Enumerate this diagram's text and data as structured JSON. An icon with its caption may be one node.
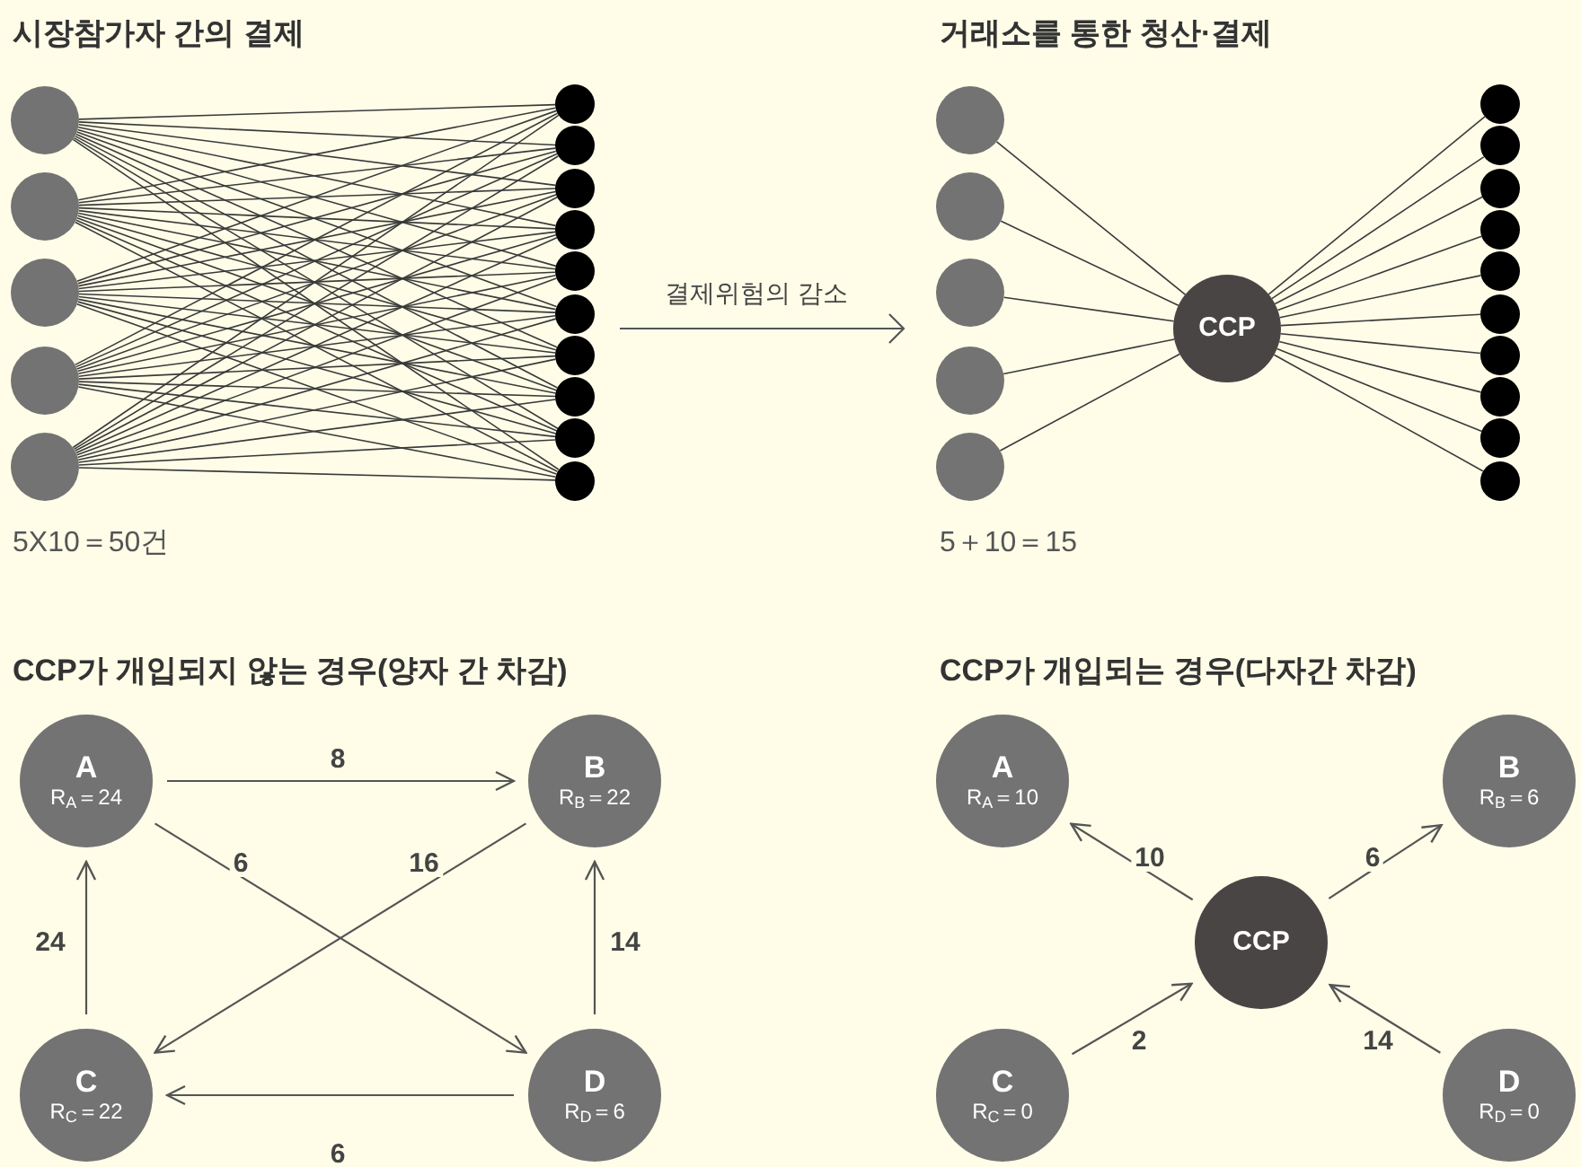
{
  "diagram": {
    "nodes": [
      {
        "text": [],
        "shape": "circle"
      },
      {
        "text": [],
        "shape": "circle"
      },
      {
        "text": [],
        "shape": "circle"
      },
      {
        "text": [],
        "shape": "circle"
      },
      {
        "text": [],
        "shape": "circle"
      },
      {
        "text": [],
        "shape": "circle"
      },
      {
        "text": [],
        "shape": "circle"
      },
      {
        "text": [],
        "shape": "circle"
      },
      {
        "text": [],
        "shape": "circle"
      },
      {
        "text": [],
        "shape": "circle"
      },
      {
        "text": [],
        "shape": "circle"
      },
      {
        "text": [],
        "shape": "circle"
      },
      {
        "text": [],
        "shape": "circle"
      },
      {
        "text": [],
        "shape": "circle"
      },
      {
        "text": [],
        "shape": "circle"
      },
      {
        "text": [],
        "shape": "circle"
      },
      {
        "text": [],
        "shape": "circle"
      },
      {
        "text": [],
        "shape": "circle"
      },
      {
        "text": [],
        "shape": "circle"
      },
      {
        "text": [],
        "shape": "circle"
      },
      {
        "text": [
          "CCP"
        ]
      },
      {
        "text": [],
        "shape": "circle"
      },
      {
        "text": [],
        "shape": "circle"
      },
      {
        "text": [],
        "shape": "circle"
      },
      {
        "text": [],
        "shape": "circle"
      },
      {
        "text": [],
        "shape": "circle"
      },
      {
        "text": [],
        "shape": "circle"
      },
      {
        "text": [],
        "shape": "circle"
      },
      {
        "text": [],
        "shape": "circle"
      },
      {
        "text": [],
        "shape": "circle"
      },
      {
        "text": [],
        "shape": "circle"
      },
      {
        "text": [
          "A",
          "R$_{A}$＝24"
        ]
      },
      {
        "text": [
          "B",
          "R$_{B}$＝22"
        ]
      },
      {
        "text": [
          "C",
          "R$_{C}$＝22"
        ]
      },
      {
        "text": [
          "D",
          "R$_{D}$＝6"
        ]
      },
      {
        "text": [
          "A",
          "R$_{A}$＝10"
        ]
      },
      {
        "text": [
          "B",
          "R$_{B}$＝6"
        ]
      },
      {
        "text": [
          "CCP"
        ]
      },
      {
        "text": [
          "C",
          "R$_{C}$＝0"
        ]
      },
      {
        "text": [
          "D",
          "R$_{D}$＝0"
        ]
      }
    ],
    "edges": [
      {
        "from": 0,
        "to": 5,
        "arrow": "none"
      },
      {
        "from": 0,
        "to": 6,
        "arrow": "none"
      },
      {
        "from": 0,
        "to": 7,
        "arrow": "none"
      },
      {
        "from": 0,
        "to": 8,
        "arrow": "none"
      },
      {
        "from": 0,
        "to": 9,
        "arrow": "none"
      },
      {
        "from": 0,
        "to": 10,
        "arrow": "none"
      },
      {
        "from": 0,
        "to": 11,
        "arrow": "none"
      },
      {
        "from": 0,
        "to": 12,
        "arrow": "none"
      },
      {
        "from": 0,
        "to": 13,
        "arrow": "none"
      },
      {
        "from": 0,
        "to": 14,
        "arrow": "none"
      },
      {
        "from": 1,
        "to": 5,
        "arrow": "none"
      },
      {
        "from": 1,
        "to": 6,
        "arrow": "none"
      },
      {
        "from": 1,
        "to": 7,
        "arrow": "none"
      },
      {
        "from": 1,
        "to": 8,
        "arrow": "none"
      },
      {
        "from": 1,
        "to": 9,
        "arrow": "none"
      },
      {
        "from": 1,
        "to": 10,
        "arrow": "none"
      },
      {
        "from": 1,
        "to": 11,
        "arrow": "none"
      },
      {
        "from": 1,
        "to": 12,
        "arrow": "none"
      },
      {
        "from": 1,
        "to": 13,
        "arrow": "none"
      },
      {
        "from": 1,
        "to": 14,
        "arrow": "none"
      },
      {
        "from": 2,
        "to": 5,
        "arrow": "none"
      },
      {
        "from": 2,
        "to": 6,
        "arrow": "none"
      },
      {
        "from": 2,
        "to": 7,
        "arrow": "none"
      },
      {
        "from": 2,
        "to": 8,
        "arrow": "none"
      },
      {
        "from": 2,
        "to": 9,
        "arrow": "none"
      },
      {
        "from": 2,
        "to": 10,
        "arrow": "none"
      },
      {
        "from": 2,
        "to": 11,
        "arrow": "none"
      },
      {
        "from": 2,
        "to": 12,
        "arrow": "none"
      },
      {
        "from": 2,
        "to": 13,
        "arrow": "none"
      },
      {
        "from": 2,
        "to": 14,
        "arrow": "none"
      },
      {
        "from": 3,
        "to": 5,
        "arrow": "none"
      },
      {
        "from": 3,
        "to": 6,
        "arrow": "none"
      },
      {
        "from": 3,
        "to": 7,
        "arrow": "none"
      },
      {
        "from": 3,
        "to": 8,
        "arrow": "none"
      },
      {
        "from": 3,
        "to": 9,
        "arrow": "none"
      },
      {
        "from": 3,
        "to": 10,
        "arrow": "none"
      },
      {
        "from": 3,
        "to": 11,
        "arrow": "none"
      },
      {
        "from": 3,
        "to": 12,
        "arrow": "none"
      },
      {
        "from": 3,
        "to": 13,
        "arrow": "none"
      },
      {
        "from": 3,
        "to": 14,
        "arrow": "none"
      },
      {
        "from": 4,
        "to": 5,
        "arrow": "none"
      },
      {
        "from": 4,
        "to": 6,
        "arrow": "none"
      },
      {
        "from": 4,
        "to": 7,
        "arrow": "none"
      },
      {
        "from": 4,
        "to": 8,
        "arrow": "none"
      },
      {
        "from": 4,
        "to": 9,
        "arrow": "none"
      },
      {
        "from": 4,
        "to": 10,
        "arrow": "none"
      },
      {
        "from": 4,
        "to": 11,
        "arrow": "none"
      },
      {
        "from": 4,
        "to": 12,
        "arrow": "none"
      },
      {
        "from": 4,
        "to": 13,
        "arrow": "none"
      },
      {
        "from": 4,
        "to": 14,
        "arrow": "none"
      },
      {
        "from": 15,
        "to": 20,
        "arrow": "none"
      },
      {
        "from": 16,
        "to": 20,
        "arrow": "none"
      },
      {
        "from": 17,
        "to": 20,
        "arrow": "none"
      },
      {
        "from": 18,
        "to": 20,
        "arrow": "none"
      },
      {
        "from": 19,
        "to": 20,
        "arrow": "none"
      },
      {
        "from": 20,
        "to": 21,
        "arrow": "none"
      },
      {
        "from": 20,
        "to": 22,
        "arrow": "none"
      },
      {
        "from": 20,
        "to": 23,
        "arrow": "none"
      },
      {
        "from": 20,
        "to": 24,
        "arrow": "none"
      },
      {
        "from": 20,
        "to": 25,
        "arrow": "none"
      },
      {
        "from": 20,
        "to": 26,
        "arrow": "none"
      },
      {
        "from": 20,
        "to": 27,
        "arrow": "none"
      },
      {
        "from": 20,
        "to": 28,
        "arrow": "none"
      },
      {
        "from": 20,
        "to": 29,
        "arrow": "none"
      },
      {
        "from": 20,
        "to": 30,
        "arrow": "none"
      },
      {
        "from": 31,
        "to": 32,
        "arrow": "to",
        "label": "8"
      },
      {
        "from": 31,
        "to": 34,
        "arrow": "to",
        "label": "6"
      },
      {
        "from": 32,
        "to": 33,
        "arrow": "to",
        "label": "16"
      },
      {
        "from": 33,
        "to": 31,
        "arrow": "to",
        "label": "24"
      },
      {
        "from": 34,
        "to": 32,
        "arrow": "to",
        "label": "14"
      },
      {
        "from": 34,
        "to": 33,
        "arrow": "to",
        "label": "6"
      },
      {
        "from": 37,
        "to": 35,
        "arrow": "to",
        "label": "10"
      },
      {
        "from": 37,
        "to": 36,
        "arrow": "to",
        "label": "6"
      },
      {
        "from": 38,
        "to": 37,
        "arrow": "to",
        "label": "2"
      },
      {
        "from": 39,
        "to": 37,
        "arrow": "to",
        "label": "14"
      }
    ],
    "labels": [
      "시장참가자 간의 결제",
      "거래소를 통한 청산·결제",
      "결제위험의 감소",
      "5X10＝50건",
      "5＋10＝15",
      "CCP가 개입되지 않는 경우(양자 간 차감)",
      "CCP가 개입되는 경우(다자간 차감)"
    ]
  }
}
